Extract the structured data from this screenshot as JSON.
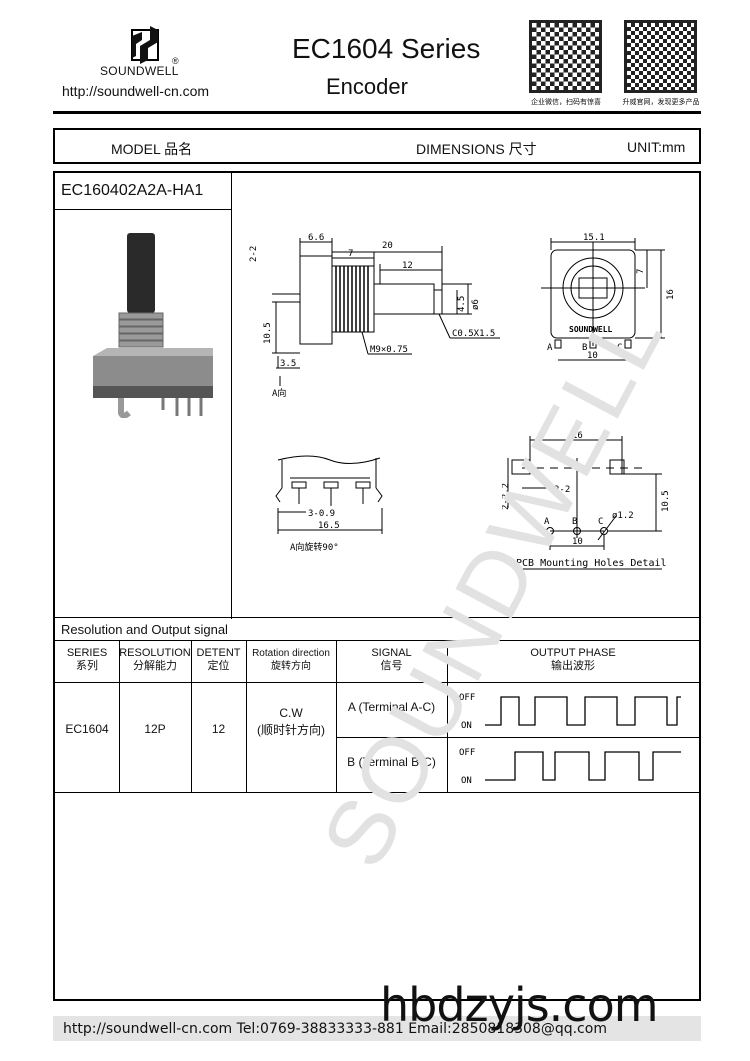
{
  "header": {
    "brand": "SOUNDWELL",
    "registered": "®",
    "url": "http://soundwell-cn.com",
    "title": "EC1604 Series",
    "subtitle": "Encoder",
    "qr_captions": [
      "企业微信，扫码有惊喜",
      "升威官网，发现更多产品"
    ]
  },
  "model_bar": {
    "model": "MODEL 品名",
    "dimensions": "DIMENSIONS 尺寸",
    "unit": "UNIT:mm"
  },
  "part_number": "EC160402A2A-HA1",
  "drawings": {
    "side": {
      "d1": "6.6",
      "d2": "20",
      "d3": "7",
      "d4": "12",
      "d5": "2-2",
      "d6": "10.5",
      "d7": "3.5",
      "d8": "4.5",
      "d9": "ø6",
      "d10": "C0.5X1.5",
      "d11": "M9×0.75",
      "view": "A向"
    },
    "front": {
      "w": "15.1",
      "h1": "7",
      "h2": "16",
      "pitch": "10",
      "brand": "SOUNDWELL",
      "pins": [
        "A",
        "B",
        "C"
      ]
    },
    "bottom": {
      "d1": "3-0.9",
      "d2": "16.5",
      "caption": "A向旋转90°"
    },
    "pcb": {
      "w": "16",
      "h": "10.5",
      "d1": "2-2.2",
      "d2": "2-2",
      "hole": "ø1.2",
      "pitch": "10",
      "pins": [
        "A",
        "B",
        "C"
      ],
      "caption": "PCB Mounting Holes Detail"
    }
  },
  "signal_section": {
    "title": "Resolution and Output signal",
    "headers": [
      {
        "en": "SERIES",
        "cn": "系列"
      },
      {
        "en": "RESOLUTION",
        "cn": "分解能力"
      },
      {
        "en": "DETENT",
        "cn": "定位"
      },
      {
        "en": "Rotation direction",
        "cn": "旋转方向"
      },
      {
        "en": "SIGNAL",
        "cn": "信号"
      },
      {
        "en": "OUTPUT PHASE",
        "cn": "输出波形"
      }
    ],
    "row": {
      "series": "EC1604",
      "resolution": "12P",
      "detent": "12",
      "rotation": "C.W",
      "rotation_cn": "(顺时针方向)"
    },
    "signals": [
      {
        "name": "A (Terminal A-C)",
        "off": "OFF",
        "on": "ON"
      },
      {
        "name": "B (Terminal B-C)",
        "off": "OFF",
        "on": "ON"
      }
    ]
  },
  "footer": {
    "text": "http://soundwell-cn.com  Tel:0769-38833333-881  Email:2850818308@qq.com"
  },
  "watermarks": {
    "site": "hbdzyjs.com",
    "brand": "SOUNDWELL"
  }
}
